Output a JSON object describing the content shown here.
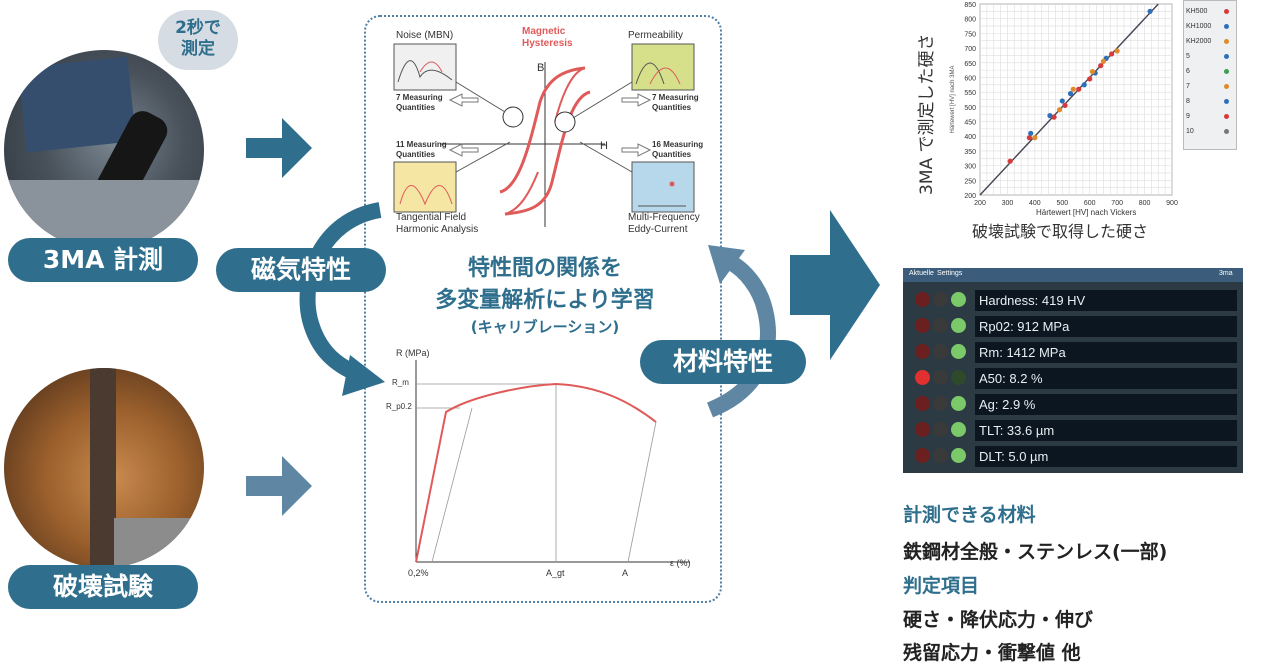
{
  "left": {
    "bubble_line1": "2秒で",
    "bubble_line2": "測定",
    "pill_3ma": "3MA 計測",
    "pill_destructive": "破壊試験"
  },
  "center": {
    "magnetic_pill": "磁気特性",
    "material_pill": "材料特性",
    "learning_line1": "特性間の関係を",
    "learning_line2": "多変量解析により学習",
    "learning_line3": "(キャリブレーション)",
    "hysteresis_title_1": "Magnetic",
    "hysteresis_title_2": "Hysteresis",
    "axis_b": "B",
    "axis_h": "H",
    "noise_title": "Noise (MBN)",
    "noise_quant_1": "7 Measuring",
    "noise_quant_2": "Quantities",
    "perm_title": "Permeability",
    "perm_quant_1": "7 Measuring",
    "perm_quant_2": "Quantities",
    "tan_quant_1": "11 Measuring",
    "tan_quant_2": "Quantities",
    "tan_title_1": "Tangential Field",
    "tan_title_2": "Harmonic Analysis",
    "eddy_quant_1": "16 Measuring",
    "eddy_quant_2": "Quantities",
    "eddy_title_1": "Multi-Frequency",
    "eddy_title_2": "Eddy-Current",
    "stress_y_label": "R (MPa)",
    "stress_rm": "R_m",
    "stress_rp": "R_p0.2",
    "stress_x_label": "ε (%)",
    "stress_x_02": "0,2%",
    "stress_x_ag": "A_gt",
    "stress_x_a": "A"
  },
  "scatter": {
    "ylabel": "3MA で測定した硬さ",
    "xlabel": "破壊試験で取得した硬さ",
    "inner_xlabel": "Härtewert [HV] nach Vickers",
    "inner_ylabel": "Härtewert [HV] nach 3MA",
    "legend": [
      "KH500",
      "KH1000",
      "KH2000",
      "5",
      "6",
      "7",
      "8",
      "9",
      "10"
    ],
    "yticks": [
      "850",
      "800",
      "750",
      "700",
      "650",
      "600",
      "550",
      "500",
      "450",
      "400",
      "350",
      "300",
      "250",
      "200"
    ],
    "xticks": [
      "200",
      "300",
      "400",
      "500",
      "600",
      "700",
      "800",
      "900"
    ]
  },
  "results": {
    "tab1": "Aktuelle",
    "tab2": "Settings",
    "brand": "3ma",
    "rows": [
      {
        "label": "Hardness: 419 HV",
        "status": "green"
      },
      {
        "label": "Rp02: 912 MPa",
        "status": "green"
      },
      {
        "label": "Rm: 1412 MPa",
        "status": "green"
      },
      {
        "label": "A50: 8.2 %",
        "status": "red"
      },
      {
        "label": "Ag: 2.9 %",
        "status": "green"
      },
      {
        "label": "TLT: 33.6 µm",
        "status": "green"
      },
      {
        "label": "DLT: 5.0 µm",
        "status": "green"
      }
    ]
  },
  "info": {
    "materials_heading": "計測できる材料",
    "materials_text": "鉄鋼材全般・ステンレス(一部)",
    "items_heading": "判定項目",
    "items_line1": "硬さ・降伏応力・伸び",
    "items_line2": "残留応力・衝撃値 他"
  },
  "colors": {
    "accent": "#2f6f8d",
    "arrow": "#2f6f8d",
    "curve": "#e05a5a",
    "led_red": "#e03030",
    "led_green": "#7cc96a"
  },
  "chart_data": [
    {
      "type": "scatter",
      "title": "",
      "xlabel": "Härtewert [HV] nach Vickers",
      "ylabel": "Härtewert [HV] nach 3MA",
      "xlim": [
        200,
        900
      ],
      "ylim": [
        200,
        850
      ],
      "series": [
        {
          "name": "KH500",
          "points": [
            [
              310,
              315
            ],
            [
              380,
              395
            ],
            [
              470,
              465
            ],
            [
              510,
              505
            ],
            [
              560,
              560
            ],
            [
              600,
              595
            ],
            [
              640,
              640
            ],
            [
              680,
              680
            ]
          ]
        },
        {
          "name": "KH1000",
          "points": [
            [
              385,
              410
            ],
            [
              455,
              470
            ],
            [
              500,
              520
            ],
            [
              530,
              545
            ],
            [
              580,
              575
            ],
            [
              620,
              615
            ],
            [
              660,
              665
            ],
            [
              820,
              825
            ]
          ]
        },
        {
          "name": "KH2000",
          "points": [
            [
              400,
              395
            ],
            [
              490,
              490
            ],
            [
              540,
              560
            ],
            [
              610,
              620
            ],
            [
              650,
              655
            ],
            [
              700,
              690
            ]
          ]
        }
      ],
      "identity_line": true,
      "grid": true,
      "legend_position": "right"
    },
    {
      "type": "line",
      "title": "",
      "xlabel": "ε (%)",
      "ylabel": "R (MPa)",
      "series": [
        {
          "name": "",
          "points": [
            [
              0,
              0
            ],
            [
              0.2,
              0.82
            ],
            [
              0.4,
              0.9
            ],
            [
              0.6,
              0.96
            ],
            [
              0.8,
              1.0
            ],
            [
              0.9,
              0.97
            ],
            [
              1.0,
              0.9
            ]
          ]
        }
      ],
      "grid": false
    }
  ]
}
